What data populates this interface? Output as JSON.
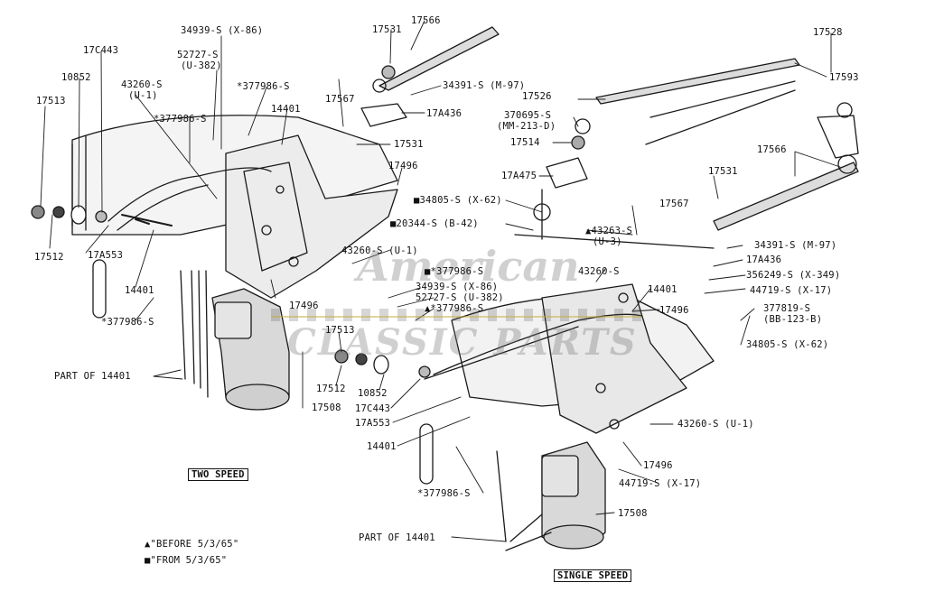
{
  "labels": {
    "l17513a": "17513",
    "l10852a": "10852",
    "l17c443a": "17C443",
    "l43260a": "43260-S",
    "lu1a": "(U-1)",
    "l34939a": "34939-S (X-86)",
    "l52727a": "52727-S",
    "lu382a": "(U-382)",
    "l377986a": "*377986-S",
    "l377986b": "*377986-S",
    "l14401a": "14401",
    "l17567a": "17567",
    "l17531a": "17531",
    "l17566a": "17566",
    "l34391a": "34391-S (M-97)",
    "l17a436a": "17A436",
    "l17531b": "17531",
    "l17496a": "17496",
    "l17528": "17528",
    "l17593": "17593",
    "l17526": "17526",
    "l370695": "370695-S",
    "lmm213": "(MM-213-D)",
    "l17514": "17514",
    "l17566b": "17566",
    "l17a475": "17A475",
    "l17531c": "17531",
    "l34805a": "■34805-S (X-62)",
    "l17567b": "17567",
    "l20344": "■20344-S (B-42)",
    "l43263": "▲43263-S",
    "lu3": "(U-3)",
    "l43260b": "43260-S (U-1)",
    "l43260c": "43260-S",
    "l377986c": "■*377986-S",
    "l34391b": "34391-S (M-97)",
    "l17a436b": "17A436",
    "l356249": "356249-S (X-349)",
    "l44719a": "44719-S (X-17)",
    "l377819": "377819-S",
    "lbb123": "(BB-123-B)",
    "l34805b": "34805-S (X-62)",
    "l17512a": "17512",
    "l17a553a": "17A553",
    "l14401b": "14401",
    "l17496b": "17496",
    "l377986d": "*377986-S",
    "l34939b": "34939-S (X-86)",
    "l52727b": "52727-S (U-382)",
    "l377986e": "▲*377986-S",
    "l14401c": "14401",
    "l17496c": "17496",
    "l17513b": "17513",
    "lpart1": "PART OF 14401",
    "l17512b": "17512",
    "l10852b": "10852",
    "l17508a": "17508",
    "l17c443b": "17C443",
    "l17a553b": "17A553",
    "l14401d": "14401",
    "l43260d": "43260-S (U-1)",
    "l17496d": "17496",
    "l44719b": "44719-S (X-17)",
    "l377986f": "*377986-S",
    "l17508b": "17508",
    "lpart2": "PART OF 14401",
    "twoSpeed": "TWO SPEED",
    "singleSpeed": "SINGLE SPEED",
    "legendBefore": "▲\"BEFORE 5/3/65\"",
    "legendFrom": "■\"FROM 5/3/65\""
  },
  "watermark": {
    "line1": "American",
    "line2": "CLASSIC PARTS"
  }
}
